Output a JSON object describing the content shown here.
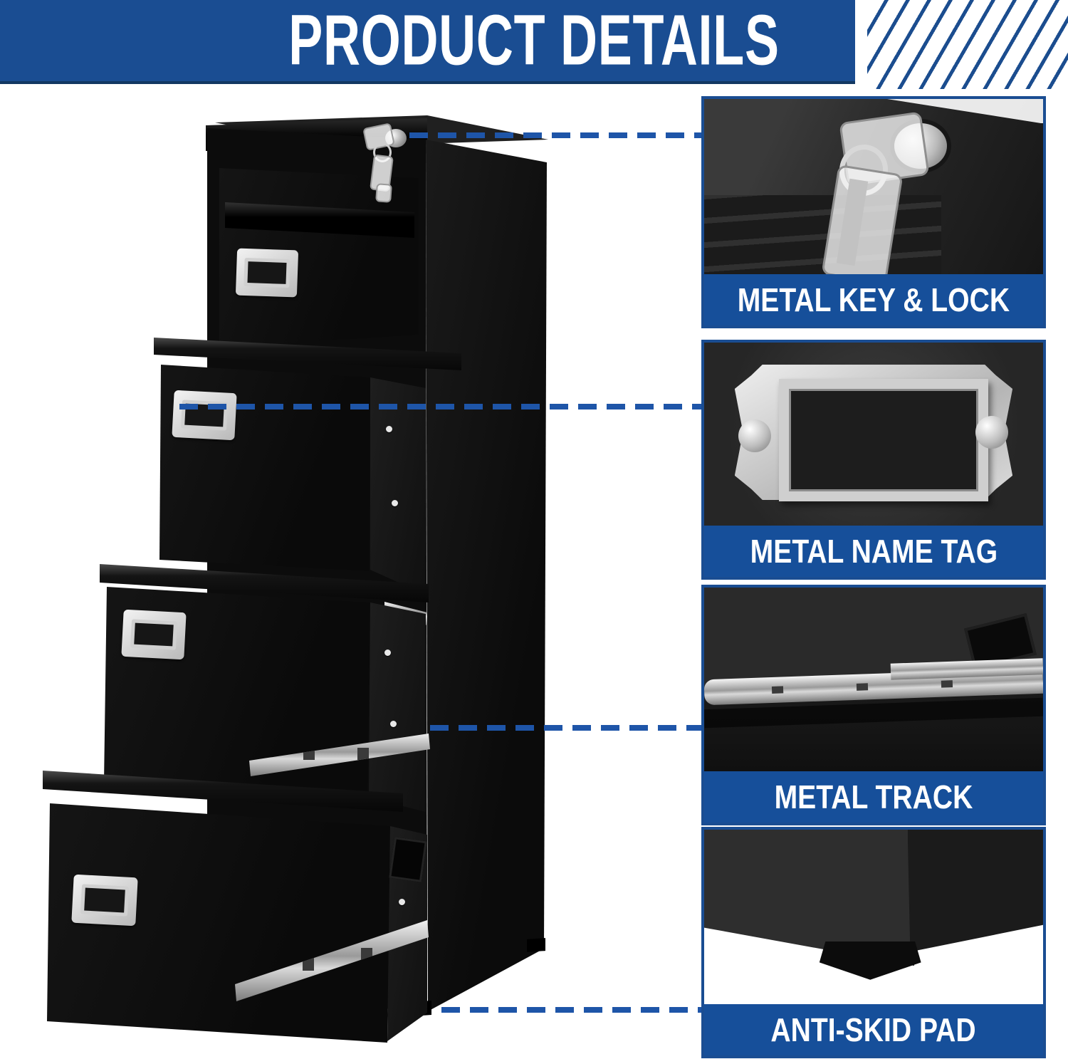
{
  "page": {
    "title": "PRODUCT DETAILS"
  },
  "theme": {
    "banner_blue": "#1a4d92",
    "label_band_blue": "#164f9a",
    "dash_line_blue": "#1e55a8",
    "banner_border_navy": "#123862",
    "stripe_blue": "#1b4d8f",
    "text_white": "#ffffff",
    "cabinet_black": "#0c0c0c"
  },
  "callouts": [
    {
      "id": "metal-key-lock",
      "label": "METAL KEY & LOCK",
      "photo": "lock-cylinder-with-clear-keys-closeup"
    },
    {
      "id": "metal-name-tag",
      "label": "METAL NAME TAG",
      "photo": "silver-label-holder-closeup"
    },
    {
      "id": "metal-track",
      "label": "METAL TRACK",
      "photo": "telescopic-drawer-slide-closeup"
    },
    {
      "id": "anti-skid-pad",
      "label": "ANTI-SKID PAD",
      "photo": "cabinet-corner-foot-pad-closeup"
    }
  ],
  "scene": {
    "subject": "black 4-drawer vertical file cabinet with three drawers pulled open",
    "drawers": 4,
    "features_pointed_at": [
      "lock with keys",
      "drawer name tag",
      "drawer slide track",
      "anti-skid foot pad"
    ]
  }
}
